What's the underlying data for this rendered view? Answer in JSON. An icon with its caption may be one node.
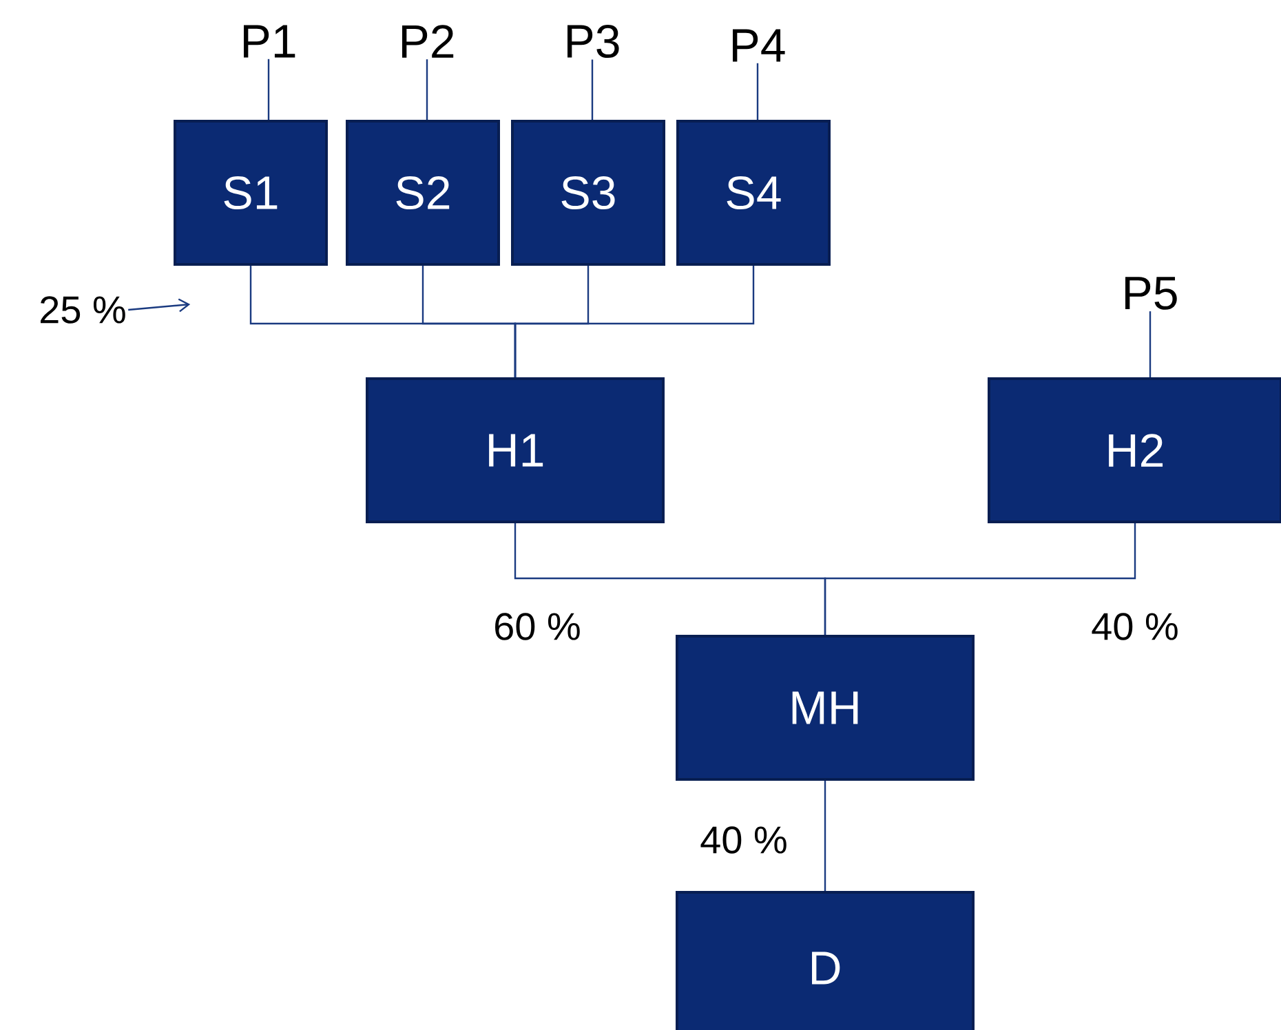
{
  "diagram": {
    "nodes": [
      {
        "text": [
          "P1"
        ]
      },
      {
        "text": [
          "P2"
        ]
      },
      {
        "text": [
          "P3"
        ]
      },
      {
        "text": [
          "P4"
        ]
      },
      {
        "text": [
          "S1"
        ]
      },
      {
        "text": [
          "S2"
        ]
      },
      {
        "text": [
          "S3"
        ]
      },
      {
        "text": [
          "S4"
        ]
      },
      {
        "text": [
          "25 %"
        ]
      },
      {
        "text": [
          "P5"
        ]
      },
      {
        "text": [
          "H1"
        ]
      },
      {
        "text": [
          "H2"
        ]
      },
      {
        "text": [
          "MH"
        ]
      },
      {
        "text": [
          "D"
        ]
      }
    ],
    "edges": [
      {
        "from": 0,
        "to": 4,
        "arrow": "none"
      },
      {
        "from": 1,
        "to": 5,
        "arrow": "none"
      },
      {
        "from": 2,
        "to": 6,
        "arrow": "none"
      },
      {
        "from": 3,
        "to": 7,
        "arrow": "none"
      },
      {
        "from": 8,
        "to": null,
        "arrow": "to"
      },
      {
        "from": 9,
        "to": 11,
        "arrow": "none"
      },
      {
        "from": 4,
        "to": 10,
        "arrow": "none"
      },
      {
        "from": 5,
        "to": 10,
        "arrow": "none"
      },
      {
        "from": 6,
        "to": 10,
        "arrow": "none"
      },
      {
        "from": 7,
        "to": 10,
        "arrow": "none"
      },
      {
        "from": 10,
        "to": 12,
        "arrow": "none"
      },
      {
        "from": 11,
        "to": 12,
        "arrow": "none"
      },
      {
        "from": 12,
        "to": 13,
        "arrow": "none"
      }
    ],
    "labels": [
      "60 %",
      "40 %",
      "40 %"
    ]
  }
}
